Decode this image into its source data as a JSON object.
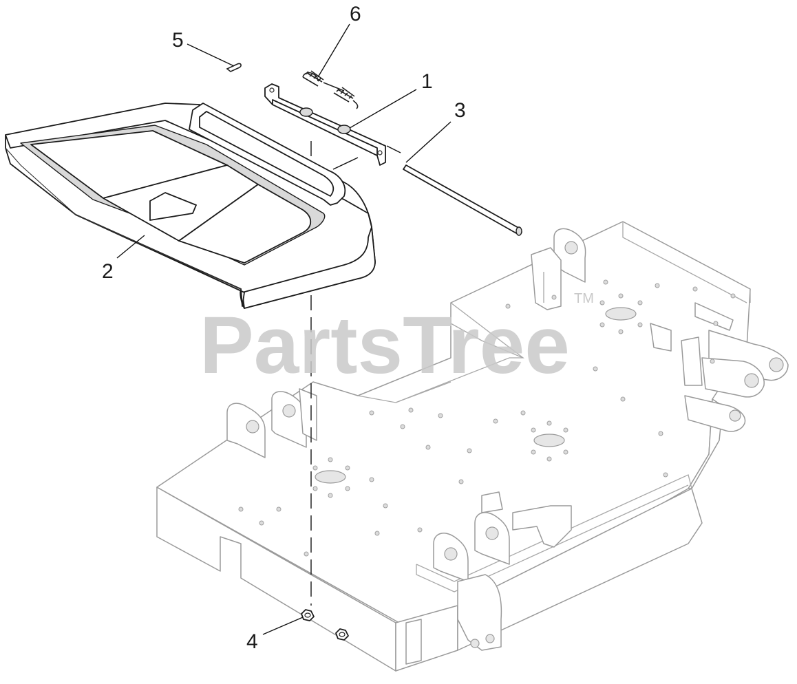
{
  "watermark": {
    "text": "PartsTree",
    "trademark": "TM"
  },
  "callouts": [
    {
      "id": "callout-1",
      "label": "1",
      "part": "bracket"
    },
    {
      "id": "callout-2",
      "label": "2",
      "part": "chute-deflector"
    },
    {
      "id": "callout-3",
      "label": "3",
      "part": "rod"
    },
    {
      "id": "callout-4",
      "label": "4",
      "part": "nut"
    },
    {
      "id": "callout-5",
      "label": "5",
      "part": "cotter-pin"
    },
    {
      "id": "callout-6",
      "label": "6",
      "part": "spring"
    }
  ]
}
